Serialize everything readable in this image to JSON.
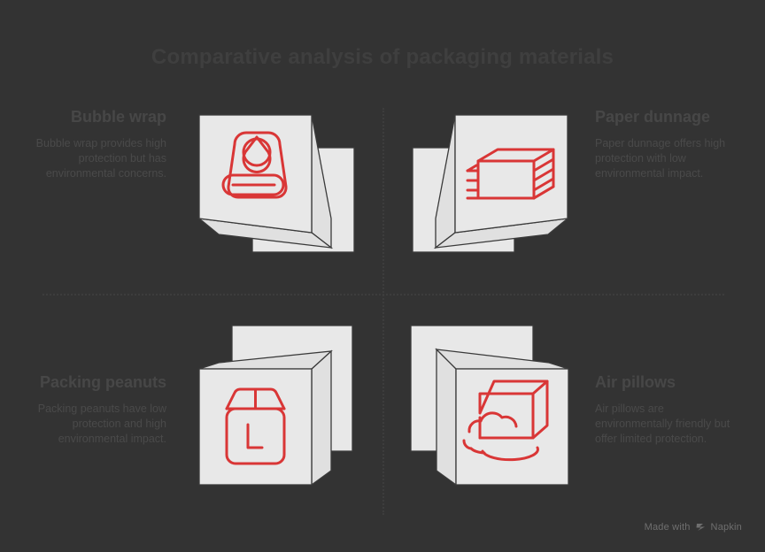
{
  "title": "Comparative analysis of packaging materials",
  "colors": {
    "background": "#333333",
    "card_fill": "#E8E8E8",
    "card_stroke": "#3A3A3A",
    "accent_red": "#D93636",
    "heading_text": "#474747",
    "body_text": "#4A4A4A",
    "title_text": "#3F3F3F",
    "divider": "#3D3D3D",
    "watermark_text": "#6F6F6F"
  },
  "quadrants": [
    {
      "id": "bubble-wrap",
      "heading": "Bubble wrap",
      "body": "Bubble wrap provides high protection but has environmental concerns.",
      "icon": "bubble-wrap-roll-icon",
      "position": "top-left",
      "text_align": "right"
    },
    {
      "id": "paper-dunnage",
      "heading": "Paper dunnage",
      "body": "Paper dunnage offers high protection with low environmental impact.",
      "icon": "paper-stack-icon",
      "position": "top-right",
      "text_align": "left"
    },
    {
      "id": "packing-peanuts",
      "heading": "Packing peanuts",
      "body": "Packing peanuts have low protection and high environmental impact.",
      "icon": "cardboard-box-icon",
      "position": "bottom-left",
      "text_align": "right"
    },
    {
      "id": "air-pillows",
      "heading": "Air pillows",
      "body": "Air pillows are environmentally friendly but offer limited protection.",
      "icon": "box-with-air-pillow-icon",
      "position": "bottom-right",
      "text_align": "left"
    }
  ],
  "watermark": {
    "text": "Made with",
    "brand": "Napkin",
    "logo": "napkin-chevron-logo"
  }
}
